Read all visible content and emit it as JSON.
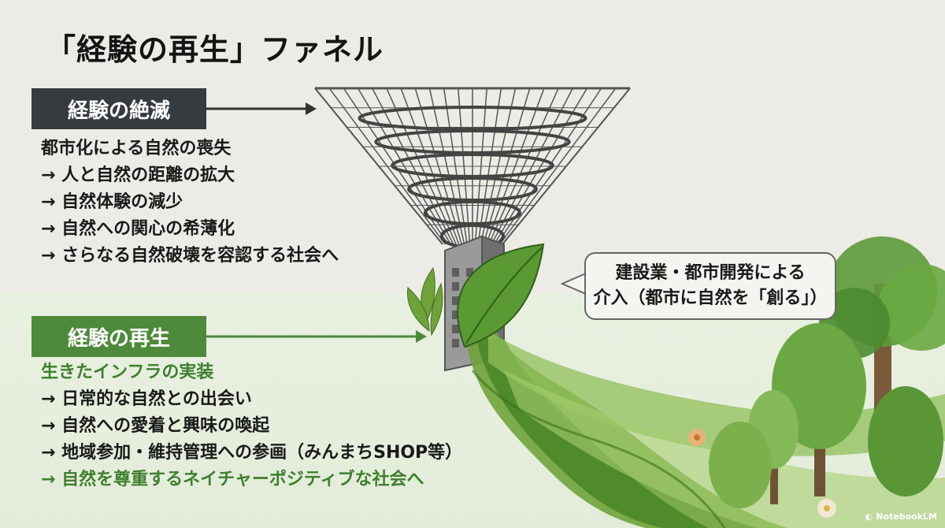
{
  "title": "「経験の再生」ファネル",
  "sections": {
    "extinction": {
      "label": "経験の絶滅",
      "items": [
        "都市化による自然の喪失",
        "→ 人と自然の距離の拡大",
        "→ 自然体験の減少",
        "→ 自然への関心の希薄化",
        "→ さらなる自然破壊を容認する社会へ"
      ]
    },
    "regeneration": {
      "label": "経験の再生",
      "items": [
        "生きたインフラの実装",
        "→ 日常的な自然との出会い",
        "→ 自然への愛着と興味の喚起",
        "→ 地域参加・維持管理への参画（みんまちSHOP等）",
        "→ 自然を尊重するネイチャーポジティブな社会へ"
      ]
    }
  },
  "callout": {
    "line1": "建設業・都市開発による",
    "line2": "介入（都市に自然を「創る」）"
  },
  "brand": "NotebookLM",
  "colors": {
    "dark_label": "#363b3f",
    "green_label": "#4d8a3a",
    "green_text": "#3f7f2e",
    "top_bg": "#ecebe6",
    "bottom_bg": "#e6eedd"
  }
}
